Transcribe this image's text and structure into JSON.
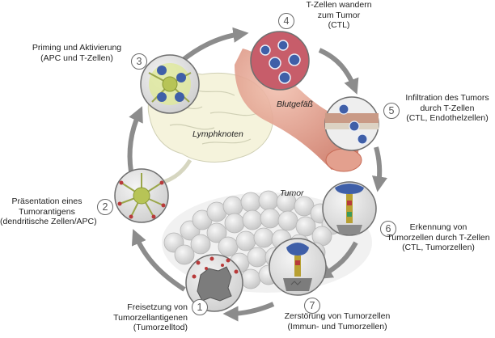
{
  "steps": [
    {
      "number": "1",
      "lines": [
        "Freisetzung von",
        "Tumorzellantigenen",
        "(Tumorzelltod)"
      ]
    },
    {
      "number": "2",
      "lines": [
        "Präsentation eines",
        "Tumorantigens",
        "(dendritische Zellen/APC)"
      ]
    },
    {
      "number": "3",
      "lines": [
        "Priming und Aktivierung",
        "(APC und T-Zellen)"
      ]
    },
    {
      "number": "4",
      "lines": [
        "T-Zellen wandern",
        "zum Tumor",
        "(CTL)"
      ]
    },
    {
      "number": "5",
      "lines": [
        "Infiltration des Tumors",
        "durch T-Zellen",
        "(CTL, Endothelzellen)"
      ]
    },
    {
      "number": "6",
      "lines": [
        "Erkennung von",
        "Tumorzellen durch T-Zellen",
        "(CTL, Tumorzellen)"
      ]
    },
    {
      "number": "7",
      "lines": [
        "Zerstörung von Tumorzellen",
        "(Immun- und Tumorzellen)"
      ]
    }
  ],
  "labels": {
    "lymph_node": "Lymphknoten",
    "blood_vessel": "Blutgefäß",
    "tumor": "Tumor"
  },
  "colors": {
    "cycle_arrow": "#8c8c8c",
    "blood_vessel": "#d98c78",
    "t_cell": "#3f5fa8",
    "antigen": "#b83a3a",
    "apc": "#b7c456"
  }
}
